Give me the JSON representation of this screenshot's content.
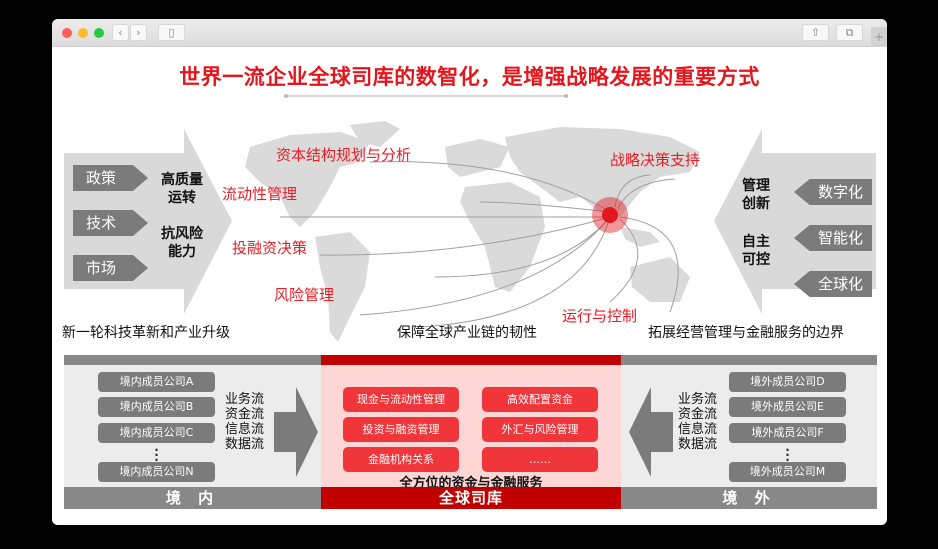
{
  "browser": {
    "back_icon": "‹",
    "forward_icon": "›",
    "sidebar_icon": "▯",
    "share_icon": "⇧",
    "tabs_icon": "⧉",
    "new_tab_icon": "+"
  },
  "headline": "世界一流企业全球司库的数智化，是增强战略发展的重要方式",
  "left_block": {
    "pills": [
      "政策",
      "技术",
      "市场"
    ],
    "bold": [
      {
        "line1": "高质量",
        "line2": "运转"
      },
      {
        "line1": "抗风险",
        "line2": "能力"
      }
    ]
  },
  "right_block": {
    "pills": [
      "数字化",
      "智能化",
      "全球化"
    ],
    "bold": [
      {
        "line1": "管理",
        "line2": "创新"
      },
      {
        "line1": "自主",
        "line2": "可控"
      }
    ]
  },
  "map_labels": {
    "capital_structure": "资本结构规划与分析",
    "liquidity": "流动性管理",
    "investment": "投融资决策",
    "risk": "风险管理",
    "strategy": "战略决策支持",
    "operations": "运行与控制"
  },
  "taglines": [
    "新一轮科技革新和产业升级",
    "保障全球产业链的韧性",
    "拓展经营管理与金融服务的边界"
  ],
  "domestic": {
    "label": "境 内",
    "members": [
      "境内成员公司A",
      "境内成员公司B",
      "境内成员公司C",
      "境内成员公司N"
    ],
    "flows": [
      "业务流",
      "资金流",
      "信息流",
      "数据流"
    ]
  },
  "overseas": {
    "label": "境 外",
    "members": [
      "境外成员公司D",
      "境外成员公司E",
      "境外成员公司F",
      "境外成员公司M"
    ],
    "flows": [
      "业务流",
      "资金流",
      "信息流",
      "数据流"
    ]
  },
  "treasury": {
    "label": "全球司库",
    "services": [
      "现金与流动性管理",
      "高效配置资金",
      "投资与融资管理",
      "外汇与风险管理",
      "金融机构关系",
      "……"
    ],
    "caption": "全方位的资金与金融服务"
  },
  "colors": {
    "accent_red": "#e3161d",
    "dark_red": "#c00000",
    "gray_pill": "#7b7b7b",
    "panel_gray": "#ececec",
    "panel_pink": "#ffd6d6"
  }
}
